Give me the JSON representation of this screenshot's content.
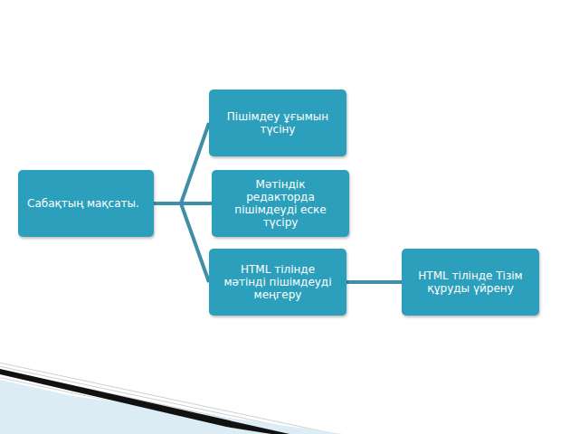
{
  "diagram": {
    "nodes": [
      {
        "text": [
          "Сабақтың мақсаты."
        ]
      },
      {
        "text": [
          "Пішімдеу ұғымын түсіну"
        ]
      },
      {
        "text": [
          "Мәтіндік редакторда пішімдеуді еске түсіру"
        ]
      },
      {
        "text": [
          "HTML тілінде мәтінді пішімдеуді меңгеру"
        ]
      },
      {
        "text": [
          "HTML тілінде Тізім құруды үйрену"
        ]
      }
    ],
    "edges": [
      {
        "from": 0,
        "to": 1,
        "arrow": "none"
      },
      {
        "from": 0,
        "to": 2,
        "arrow": "none"
      },
      {
        "from": 0,
        "to": 3,
        "arrow": "none"
      },
      {
        "from": 3,
        "to": 4,
        "arrow": "none"
      }
    ]
  }
}
